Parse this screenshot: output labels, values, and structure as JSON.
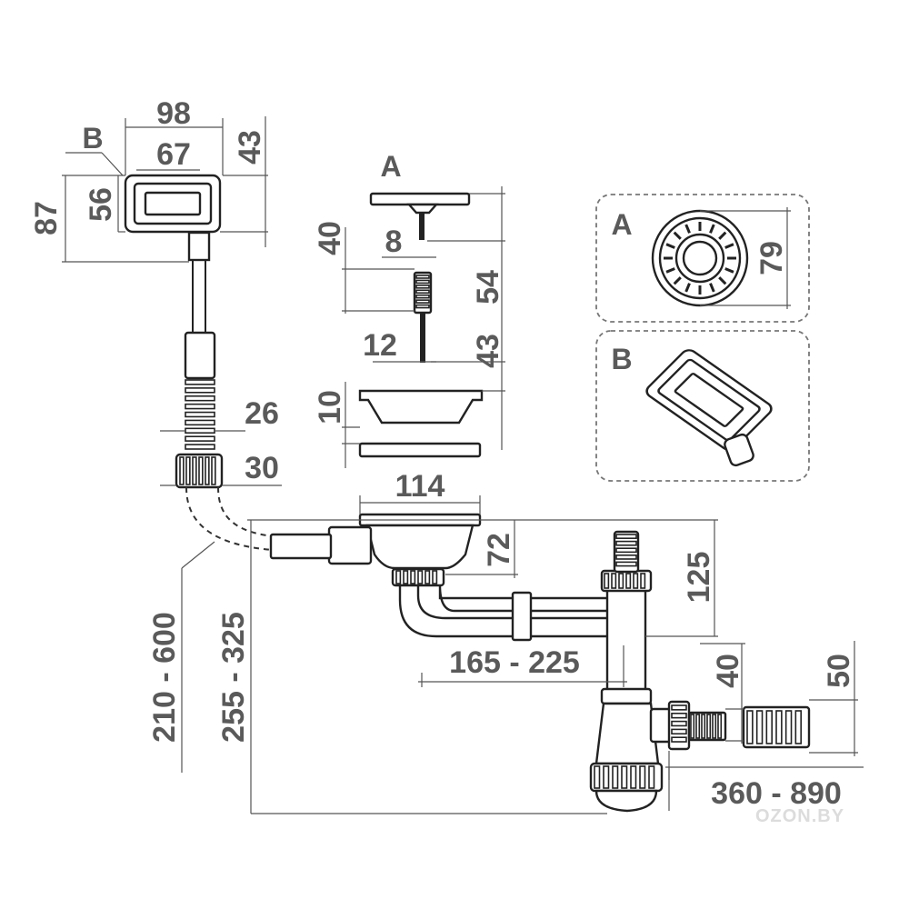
{
  "labels": {
    "part_a": "A",
    "part_b": "B"
  },
  "dimensions": {
    "overflow_width": "98",
    "overflow_inner_width": "67",
    "overflow_top": "43",
    "overflow_total_height": "87",
    "overflow_height": "56",
    "strainer_plate": "40",
    "screw_dia": "8",
    "screw_len": "54",
    "screw_pin": "12",
    "strainer_depth": "43",
    "basket_height": "10",
    "hose_inner": "26",
    "hose_outer": "30",
    "outlet_dia": "114",
    "bowl_depth": "72",
    "trap_height": "125",
    "overflow_hose_range": "210 - 600",
    "total_height_range": "255 - 325",
    "horizontal_range": "165 - 225",
    "outlet_pipe_small": "40",
    "outlet_pipe_large": "50",
    "telescopic_range": "360 - 890",
    "detail_a_dia": "79"
  },
  "watermark": "OZON.BY",
  "colors": {
    "line": "#222222",
    "dimension_text": "#5a5a5a",
    "dashed_frame": "#777777"
  }
}
